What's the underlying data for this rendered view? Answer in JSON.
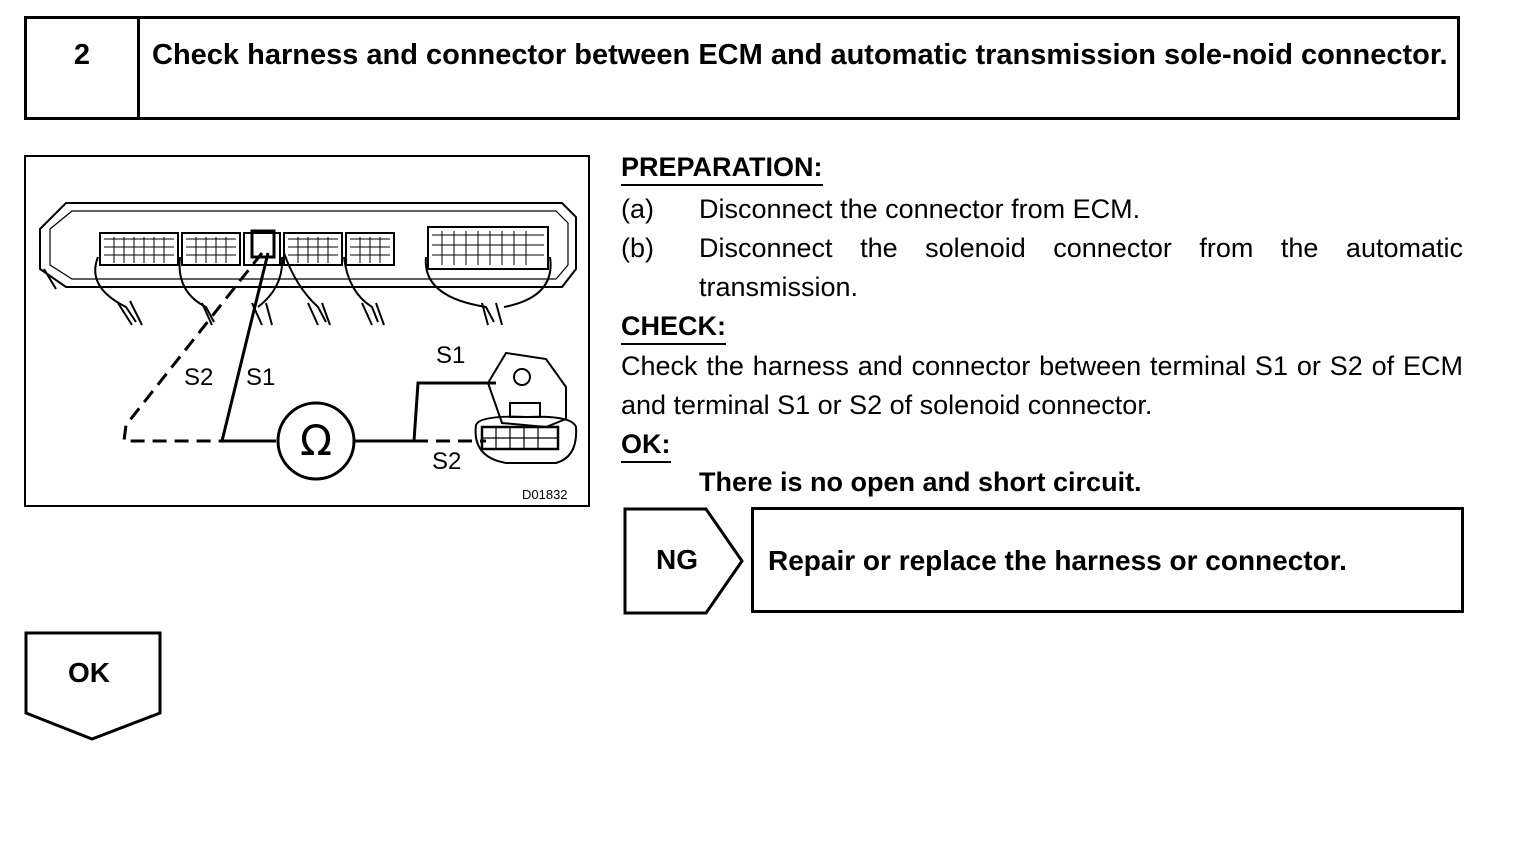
{
  "step": {
    "number": "2",
    "title": "Check harness and connector between ECM and automatic transmission sole-noid connector."
  },
  "figure": {
    "labels": {
      "s2_left": "S2",
      "s1_left": "S1",
      "s1_right": "S1",
      "s2_right": "S2",
      "ohm": "Ω"
    },
    "code": "D01832"
  },
  "preparation": {
    "heading": "PREPARATION:",
    "items": [
      {
        "label": "(a)",
        "text": "Disconnect the connector from ECM."
      },
      {
        "label": "(b)",
        "text": "Disconnect the solenoid connector from the automatic transmission."
      }
    ]
  },
  "check": {
    "heading": "CHECK:",
    "text": "Check the harness and connector between terminal S1 or S2 of ECM and terminal S1 or S2 of solenoid connector."
  },
  "ok": {
    "heading": "OK:",
    "text": "There is no open and short circuit."
  },
  "ng": {
    "tag": "NG",
    "action": "Repair or replace the harness or connector."
  },
  "ok_flow": {
    "tag": "OK"
  }
}
